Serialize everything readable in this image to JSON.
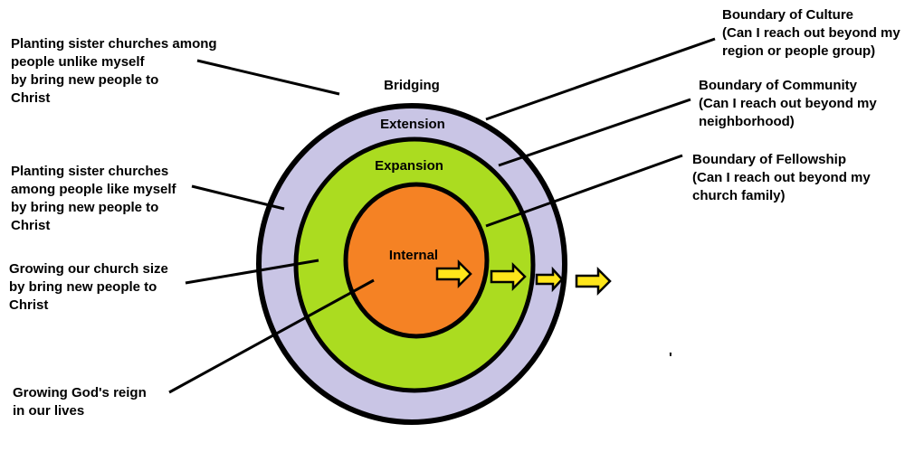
{
  "colors": {
    "extension_ring": "#C9C5E5",
    "expansion_ring": "#ABDC20",
    "internal_circle": "#F58224",
    "arrow": "#FFE61A",
    "outline": "#000000"
  },
  "rings": {
    "bridging": "Bridging",
    "extension": "Extension",
    "expansion": "Expansion",
    "internal": "Internal"
  },
  "left_annotations": [
    {
      "text": "Planting sister churches among\npeople unlike myself\nby bring new people to\nChrist",
      "points_to": "Bridging"
    },
    {
      "text": "Planting sister churches\namong people like myself\nby bring new people to\nChrist",
      "points_to": "Extension"
    },
    {
      "text": "Growing our church size\nby bring new people to\nChrist",
      "points_to": "Expansion"
    },
    {
      "text": "Growing God's reign\nin our lives",
      "points_to": "Internal"
    }
  ],
  "right_annotations": [
    {
      "text": "Boundary of Culture\n(Can I reach out beyond my\nregion or people group)",
      "points_to": "outer edge of Extension ring"
    },
    {
      "text": "Boundary of Community\n(Can I reach out beyond my\nneighborhood)",
      "points_to": "Extension/Expansion edge"
    },
    {
      "text": "Boundary of Fellowship\n(Can I reach out beyond my\nchurch family)",
      "points_to": "Expansion/Internal edge"
    }
  ],
  "stray_mark": "'"
}
